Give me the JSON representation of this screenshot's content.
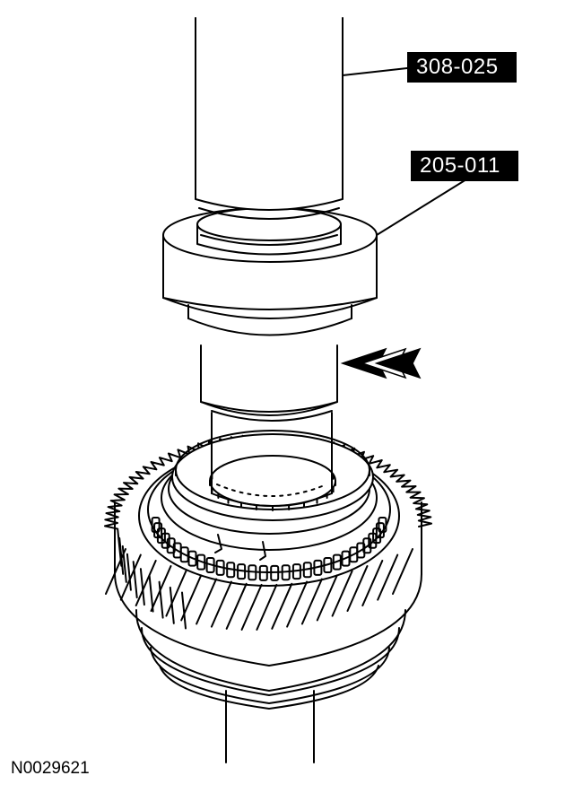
{
  "callouts": [
    {
      "label": "308-025"
    },
    {
      "label": "205-011"
    }
  ],
  "figure_id": "N0029621",
  "colors": {
    "line": "#000000",
    "background": "#ffffff",
    "callout_bg": "#000000",
    "callout_text": "#ffffff"
  }
}
